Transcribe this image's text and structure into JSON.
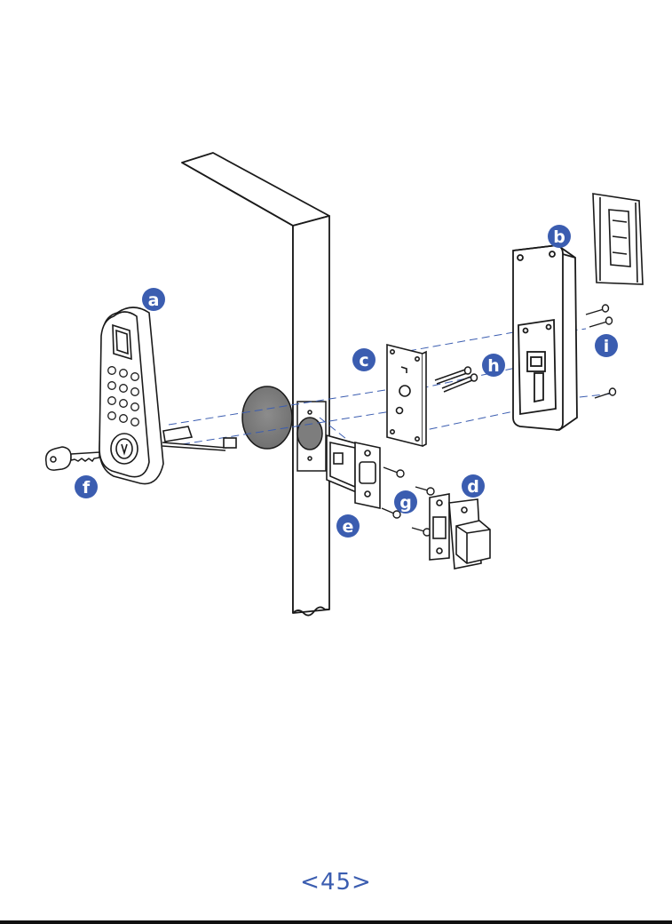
{
  "callouts": {
    "a": "a",
    "b": "b",
    "c": "c",
    "d": "d",
    "e": "e",
    "f": "f",
    "g": "g",
    "h": "h",
    "i": "i"
  },
  "page_number": "<45>",
  "colors": {
    "accent": "#3b5db0",
    "line": "#1a1a1a",
    "hole": "#7d7d7d"
  }
}
